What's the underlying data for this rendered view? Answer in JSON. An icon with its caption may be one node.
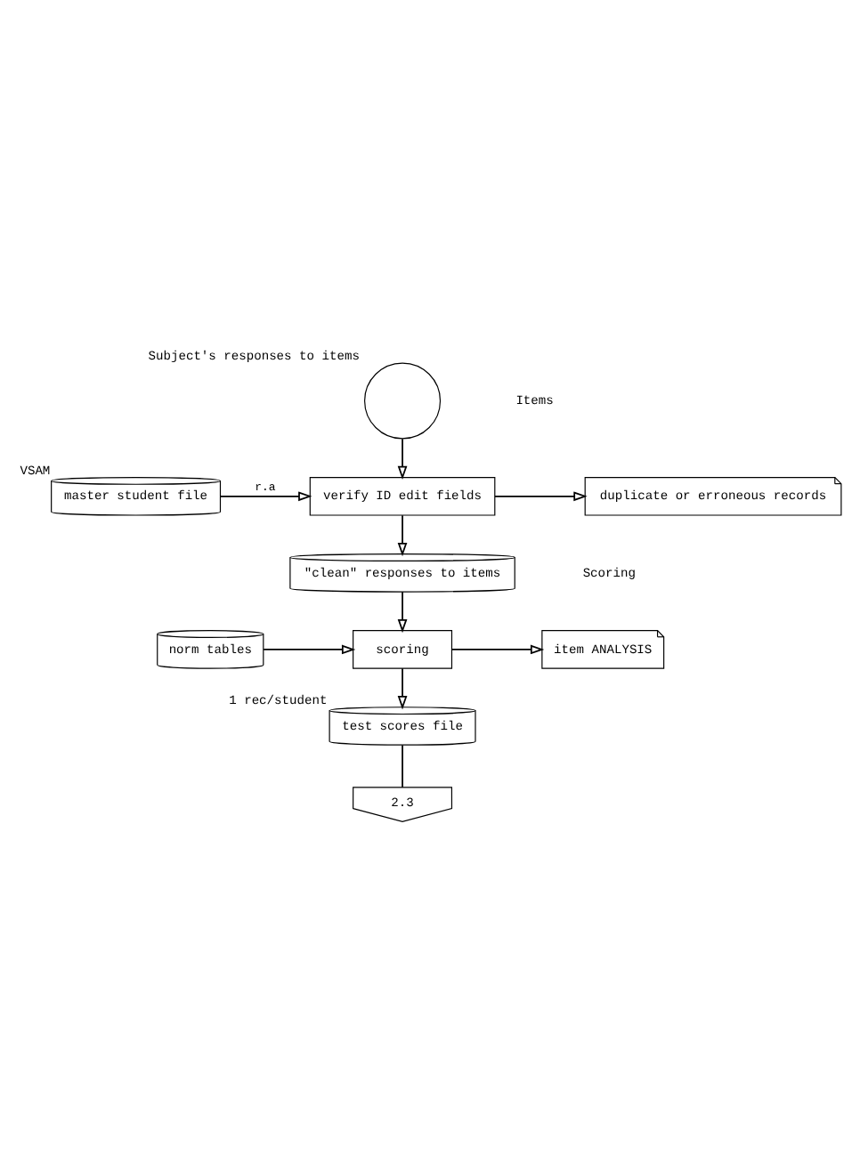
{
  "diagram": {
    "nodes": [
      {
        "text": [],
        "shape": "circle",
        "beside": [
          "Subject's responses to items"
        ]
      },
      {
        "text": [
          "duplicate or erroneous records"
        ]
      },
      {
        "text": [
          "verify ID edit fields"
        ]
      },
      {
        "text": [
          "master student file"
        ],
        "beside": [
          "VSAM"
        ]
      },
      {
        "text": [
          "\"clean\" responses to items"
        ]
      },
      {
        "text": [
          "item ANALYSIS"
        ]
      },
      {
        "text": [
          "scoring"
        ]
      },
      {
        "text": [
          "norm tables"
        ]
      },
      {
        "text": [
          "test scores file"
        ],
        "beside": [
          "1 rec/student"
        ]
      },
      {
        "text": [
          "2.3"
        ]
      }
    ],
    "edges": [
      {
        "from": 0,
        "to": 2,
        "arrow": "to"
      },
      {
        "from": 2,
        "to": 1,
        "arrow": "to"
      },
      {
        "from": 3,
        "to": 2,
        "arrow": "to",
        "label": "r.a"
      },
      {
        "from": 2,
        "to": 4,
        "arrow": "to"
      },
      {
        "from": 4,
        "to": 6,
        "arrow": "to"
      },
      {
        "from": 6,
        "to": 5,
        "arrow": "to"
      },
      {
        "from": 7,
        "to": 6,
        "arrow": "to"
      },
      {
        "from": 6,
        "to": 8,
        "arrow": "to"
      },
      {
        "from": 8,
        "to": 9,
        "arrow": "none"
      }
    ],
    "labels": [
      "Items",
      "Scoring"
    ]
  }
}
